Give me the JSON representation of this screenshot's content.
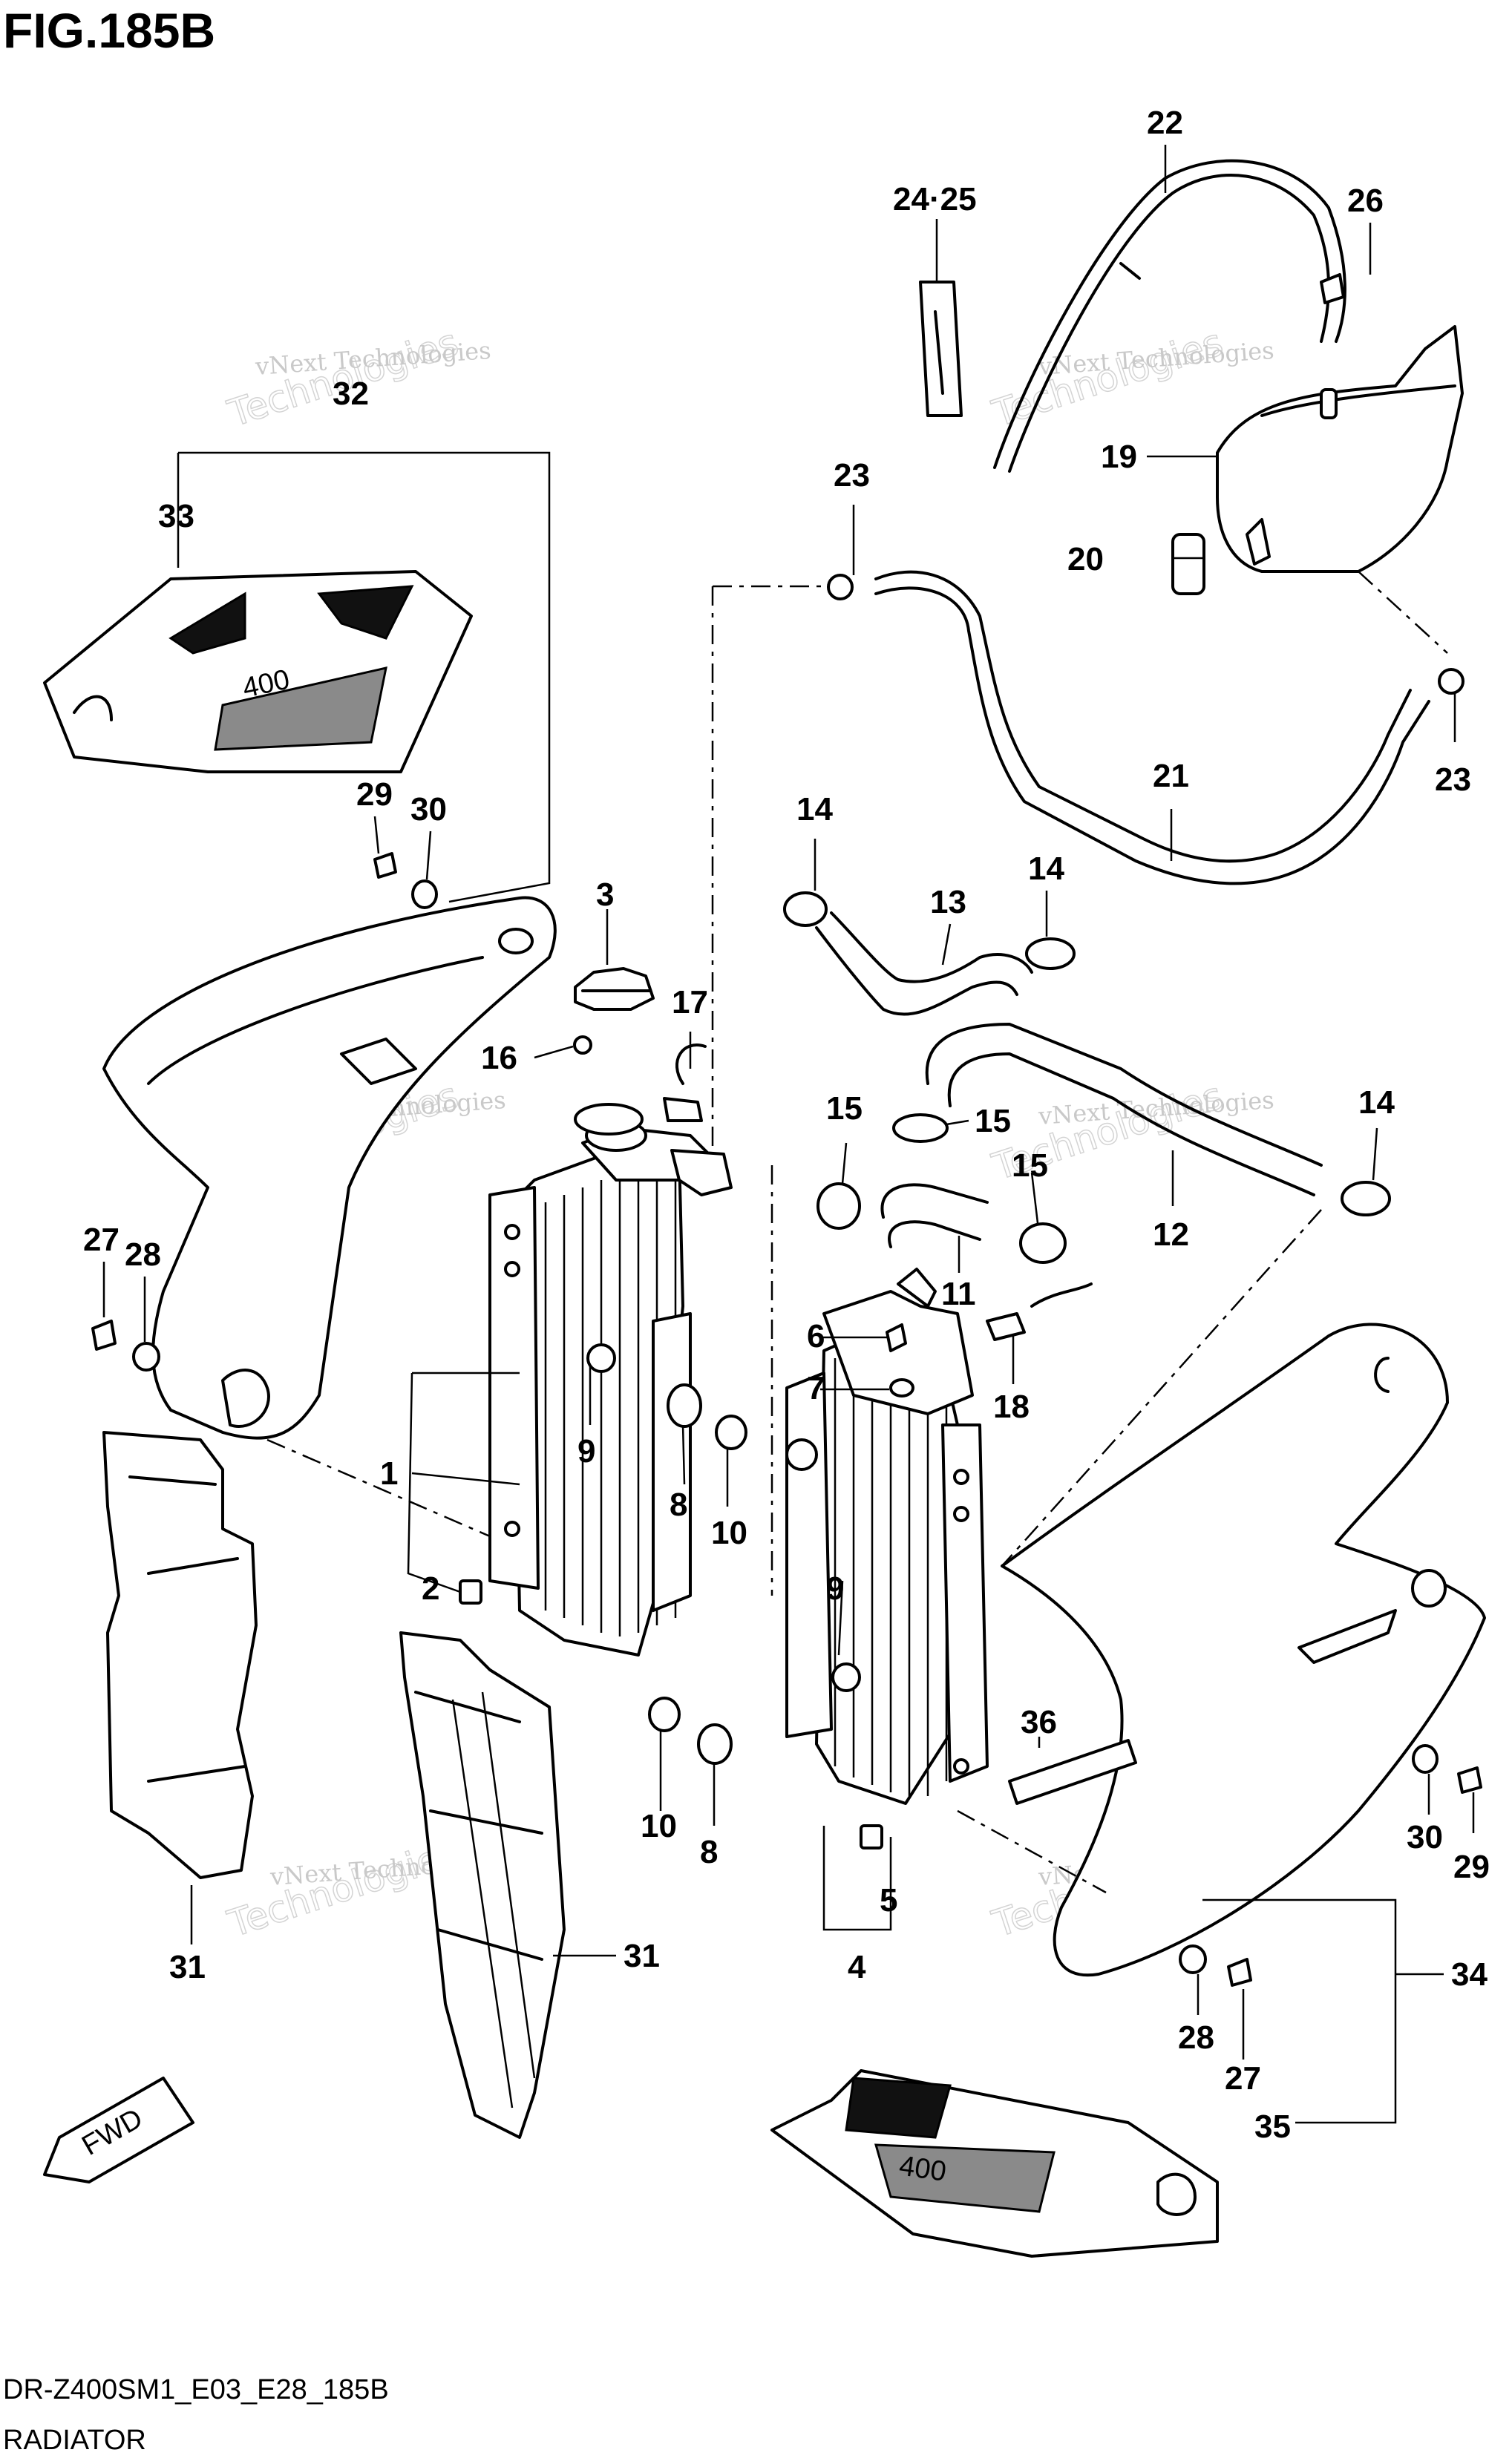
{
  "header": {
    "title": "FIG.185B"
  },
  "footer": {
    "code": "DR-Z400SM1_E03_E28_185B",
    "subtitle": "RADIATOR"
  },
  "watermark": {
    "line1": "vNext Technologies",
    "line2": "Technologies"
  },
  "fwd_label": "FWD",
  "graphics_text": {
    "decal_model": "400"
  },
  "callouts": {
    "c1": "1",
    "c2": "2",
    "c3": "3",
    "c4": "4",
    "c5": "5",
    "c6": "6",
    "c7": "7",
    "c8a": "8",
    "c8b": "8",
    "c9a": "9",
    "c9b": "9",
    "c10a": "10",
    "c10b": "10",
    "c11": "11",
    "c12": "12",
    "c13": "13",
    "c14a": "14",
    "c14b": "14",
    "c14c": "14",
    "c15a": "15",
    "c15b": "15",
    "c15c": "15",
    "c16": "16",
    "c17": "17",
    "c18": "18",
    "c19": "19",
    "c20": "20",
    "c21": "21",
    "c22": "22",
    "c23a": "23",
    "c23b": "23",
    "c2425": "24·25",
    "c26": "26",
    "c27a": "27",
    "c27b": "27",
    "c28a": "28",
    "c28b": "28",
    "c29a": "29",
    "c29b": "29",
    "c30a": "30",
    "c30b": "30",
    "c31a": "31",
    "c31b": "31",
    "c32": "32",
    "c33": "33",
    "c34": "34",
    "c35": "35",
    "c36": "36"
  }
}
